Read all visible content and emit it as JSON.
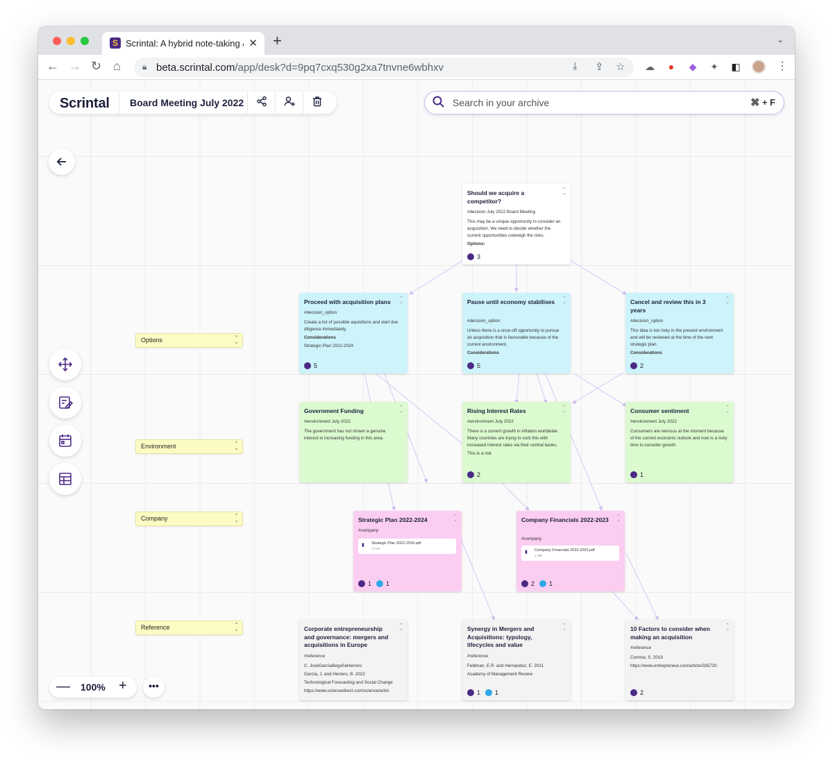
{
  "browser": {
    "tab_title": "Scrintal: A hybrid note-taking &",
    "tab_favicon": "S",
    "url_host": "beta.scrintal.com",
    "url_path": "/app/desk?d=9pq7cxq530g2xa7tnvne6wbhxv"
  },
  "app": {
    "logo": "Scrintal",
    "board_title": "Board Meeting July 2022",
    "search_placeholder": "Search in your archive",
    "search_shortcut": "⌘ + F",
    "zoom_level": "100%"
  },
  "lanes": [
    {
      "label": "Options"
    },
    {
      "label": "Environment"
    },
    {
      "label": "Company"
    },
    {
      "label": "Reference"
    }
  ],
  "cards": {
    "acquire": {
      "title": "Should we acquire a competitor?",
      "tags": "#decision July 2022 Board Meeting",
      "body": "This may be a unique opportunity to consider an acquisition. We need to decide whether the current opportunities outweigh the risks.",
      "extra": "Options:",
      "links": "3"
    },
    "proceed": {
      "title": "Proceed with acquisition plans",
      "tags": "#decision_option",
      "body": "Create a list of possible aquisitions and start due diligence immediately.",
      "h": "Considerations",
      "extra": "Strategic Plan 2022-2024",
      "links": "5"
    },
    "pause": {
      "title": "Pause until economy stabilises",
      "tags": "#decision_option",
      "body": "Unless there is a once-off opportunity to pursue an acquisition that is favourable because of the current environment.",
      "h": "Considerations",
      "links": "5"
    },
    "cancel": {
      "title": "Cancel and review this in 3 years",
      "tags": "#decision_option",
      "body": "This idea is too risky in the present environment and will be reviewed at the time of the next strategic plan.",
      "h": "Considerations",
      "links": "2"
    },
    "funding": {
      "title": "Government Funding",
      "tags": "#environment July 2022",
      "body": "The government has not shown a genuine interest in increasing funding in this area."
    },
    "rates": {
      "title": "Rising Interest Rates",
      "tags": "#environment July 2022",
      "body": "There is a current growth in inflation worldwide. Many countries are trying to curb this with increased interest rates via their central banks.",
      "extra": "This is a risk",
      "links": "2"
    },
    "sentiment": {
      "title": "Consumer sentiment",
      "tags": "#environment July 2022",
      "body": "Consumers are nervous at the moment because of the current economic outlook and now is a risky time to consider growth.",
      "links": "1"
    },
    "strategic": {
      "title": "Strategic Plan 2022-2024",
      "tags": "#company",
      "file": "Strategic Plan 2022-2024.pdf",
      "file_size": "74 KB",
      "links": "1",
      "files": "1"
    },
    "financials": {
      "title": "Company Financials 2022-2023",
      "tags": "#company",
      "file": "Company Financials 2022-2023.pdf",
      "file_size": "2 MB",
      "links": "2",
      "files": "1"
    },
    "corporate": {
      "title": "Corporate entrepreneurship and governance: mergers and acquisitions in Europe",
      "tags": "#reference",
      "body": "C. JoséGarcíaBegoñaHerrero",
      "extra": "García, J. and Herrero, B. 2022",
      "extra2": "Technological Forecasting and Social Change",
      "extra3": "https://www.sciencedirect.com/science/articl"
    },
    "synergy": {
      "title": "Synergy in Mergers and Acquisitions: typology, lifecycles and value",
      "tags": "#reference",
      "body": "Feldman, E.R. and Hernandez, E. 2021",
      "extra": "Academy of Management Review",
      "links": "1",
      "files": "1"
    },
    "factors": {
      "title": "10 Factors to consider when making an acquisition",
      "tags": "#reference",
      "body": "Comina, S. 2019",
      "extra": "https://www.entrepreneur.com/article/335720",
      "links": "2"
    }
  },
  "colors": {
    "decision": "#ffffff",
    "option": "#cdf3fb",
    "environment": "#dcfad0",
    "company": "#fbcdf1",
    "reference": "#f3f3f3",
    "lane": "#fcfbc3",
    "accent": "#4b2a85"
  }
}
